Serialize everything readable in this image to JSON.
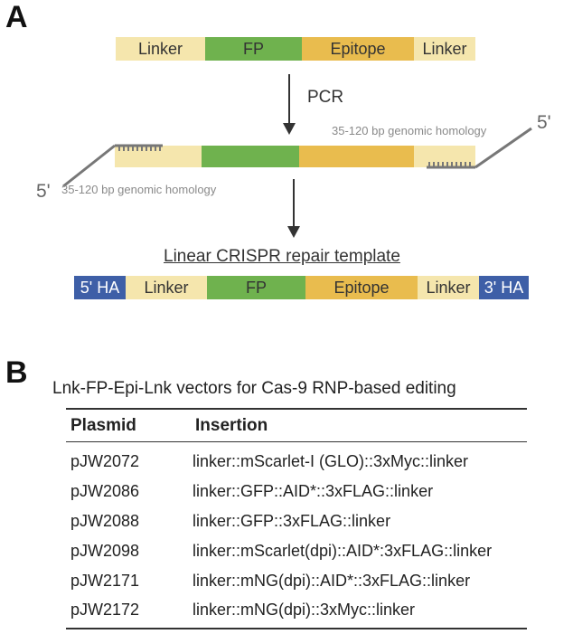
{
  "panel_a": {
    "letter": "A",
    "construct": [
      "Linker",
      "FP",
      "Epitope",
      "Linker"
    ],
    "pcr_label": "PCR",
    "homology_label": "35-120 bp genomic homology",
    "five_prime": "5'",
    "template_title": "Linear CRISPR repair template",
    "repair_template": [
      "5' HA",
      "Linker",
      "FP",
      "Epitope",
      "Linker",
      "3' HA"
    ]
  },
  "panel_b": {
    "letter": "B",
    "caption": "Lnk-FP-Epi-Lnk vectors for Cas-9 RNP-based editing",
    "headers": [
      "Plasmid",
      "Insertion"
    ],
    "rows": [
      [
        "pJW2072",
        "linker::mScarlet-I (GLO)::3xMyc::linker"
      ],
      [
        "pJW2086",
        "linker::GFP::AID*::3xFLAG::linker"
      ],
      [
        "pJW2088",
        "linker::GFP::3xFLAG::linker"
      ],
      [
        "pJW2098",
        "linker::mScarlet(dpi)::AID*:3xFLAG::linker"
      ],
      [
        "pJW2171",
        "linker::mNG(dpi)::AID*::3xFLAG::linker"
      ],
      [
        "pJW2172",
        "linker::mNG(dpi)::3xMyc::linker"
      ]
    ]
  },
  "colors": {
    "linker": "#f5e6ad",
    "fp": "#6fb24e",
    "epitope": "#e9bc4e",
    "homology_arm": "#3e5fa7"
  }
}
